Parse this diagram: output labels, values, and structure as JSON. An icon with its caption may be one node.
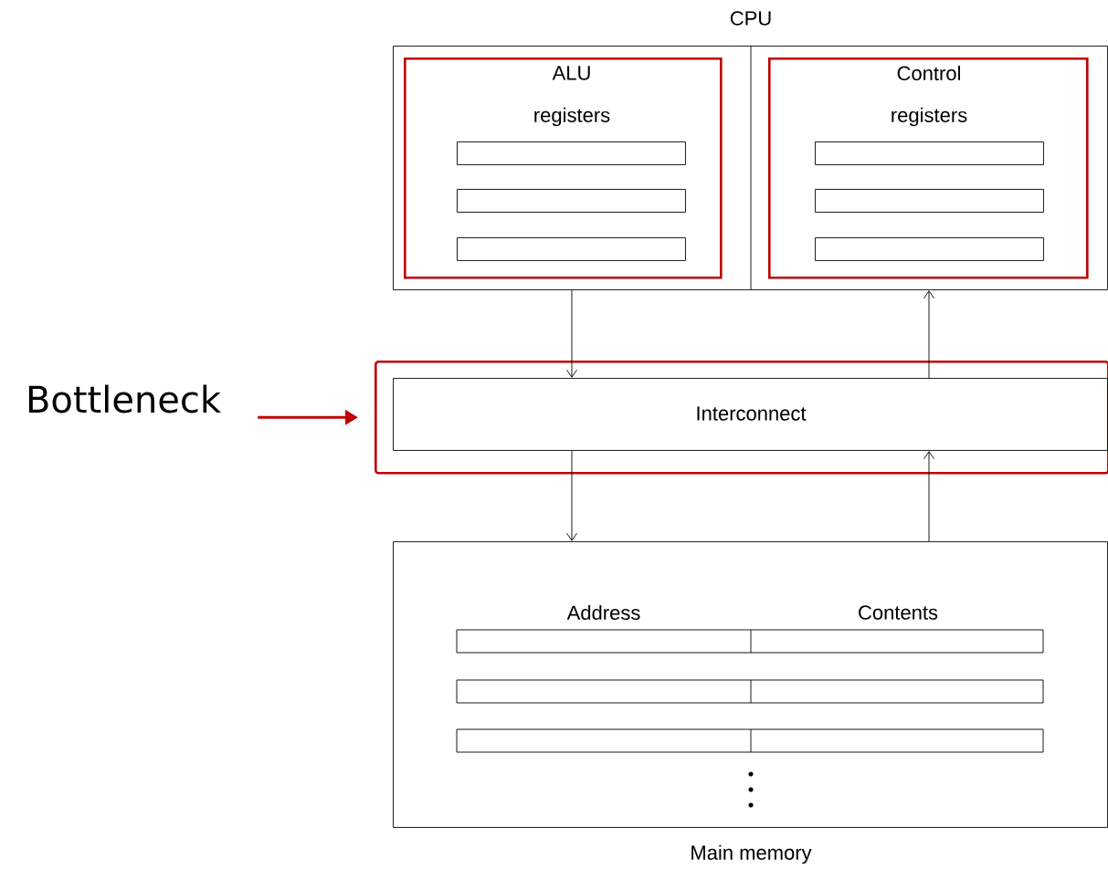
{
  "diagram": {
    "nodes": [
      {
        "text": [
          "CPU"
        ]
      },
      {
        "text": [
          "ALU",
          "registers"
        ],
        "in": 0
      },
      {
        "text": [],
        "shape": "bar",
        "in": 1
      },
      {
        "text": [],
        "shape": "bar",
        "in": 1
      },
      {
        "text": [],
        "shape": "bar",
        "in": 1
      },
      {
        "text": [
          "Control",
          "registers"
        ],
        "in": 0
      },
      {
        "text": [],
        "shape": "bar",
        "in": 5
      },
      {
        "text": [],
        "shape": "bar",
        "in": 5
      },
      {
        "text": [],
        "shape": "bar",
        "in": 5
      },
      {
        "text": [
          "Bottleneck"
        ]
      },
      {
        "text": [],
        "shape": "box"
      },
      {
        "text": [
          "Interconnect"
        ],
        "in": 10
      },
      {
        "text": [
          "Main memory"
        ]
      }
    ],
    "edges": [
      {
        "from": 0,
        "to": 11,
        "arrow": "to"
      },
      {
        "from": 11,
        "to": 0,
        "arrow": "to"
      },
      {
        "from": 11,
        "to": 12,
        "arrow": "to"
      },
      {
        "from": 12,
        "to": 11,
        "arrow": "to"
      },
      {
        "from": 9,
        "to": 10,
        "arrow": "to",
        "style": "thick",
        "color": "#c00000"
      }
    ],
    "labels": [
      "Address",
      "Contents"
    ]
  }
}
